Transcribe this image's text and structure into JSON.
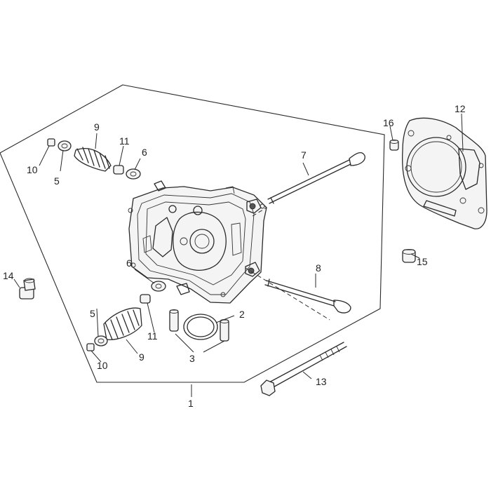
{
  "callouts": {
    "c1": "1",
    "c2": "2",
    "c3": "3",
    "c5a": "5",
    "c5b": "5",
    "c6a": "6",
    "c6b": "6",
    "c7": "7",
    "c8": "8",
    "c9a": "9",
    "c9b": "9",
    "c10a": "10",
    "c10b": "10",
    "c11a": "11",
    "c11b": "11",
    "c12": "12",
    "c13": "13",
    "c14": "14",
    "c15": "15",
    "c16": "16"
  }
}
